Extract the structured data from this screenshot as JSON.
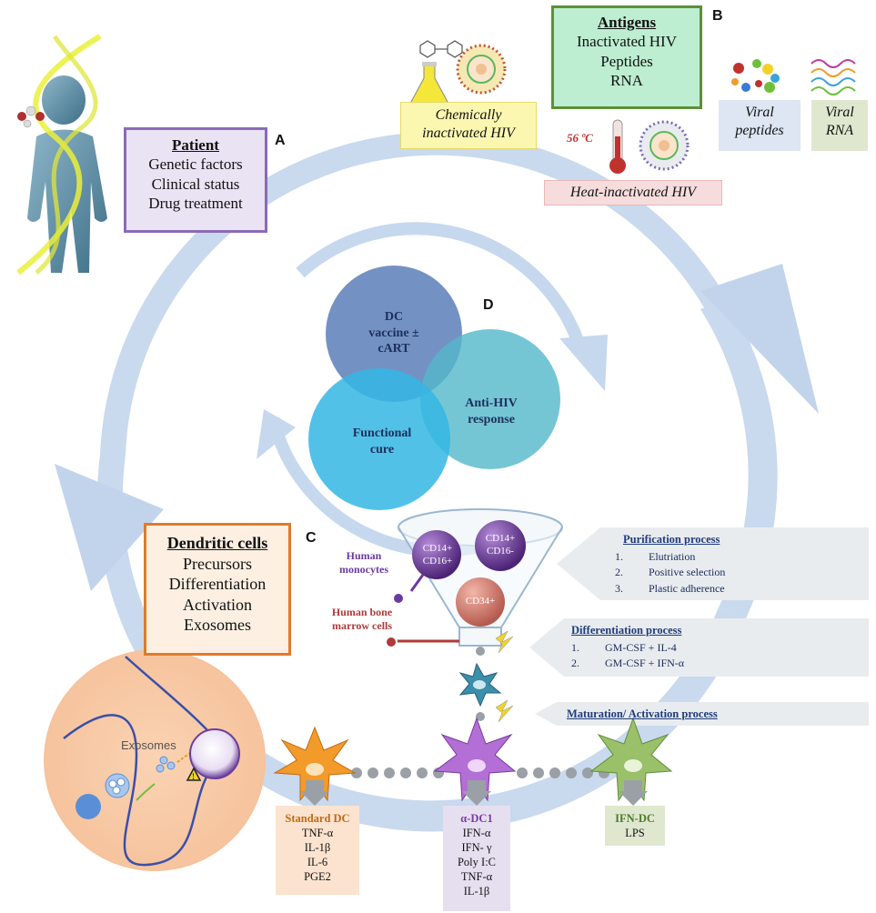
{
  "panels": {
    "a": "A",
    "b": "B",
    "c": "C",
    "d": "D"
  },
  "patient": {
    "title": "Patient",
    "lines": [
      "Genetic factors",
      "Clinical status",
      "Drug treatment"
    ],
    "color": "#8a6bb5"
  },
  "antigens": {
    "title": "Antigens",
    "lines": [
      "Inactivated HIV",
      "Peptides",
      "RNA"
    ],
    "color": "#5e8f3a"
  },
  "antigen_types": {
    "chemical": [
      "Chemically",
      "inactivated HIV"
    ],
    "heat": "Heat-inactivated HIV",
    "temperature": "56 ºC",
    "peptides": [
      "Viral",
      "peptides"
    ],
    "rna": [
      "Viral",
      "RNA"
    ]
  },
  "venn": {
    "top": [
      "DC",
      "vaccine ±",
      "cART"
    ],
    "right": [
      "Anti-HIV",
      "response"
    ],
    "left": [
      "Functional",
      "cure"
    ]
  },
  "dendritic": {
    "title": "Dendritic cells",
    "lines": [
      "Precursors",
      "Differentiation",
      "Activation",
      "Exosomes"
    ],
    "color": "#e07b2a"
  },
  "funnel": {
    "cd14_16p": [
      "CD14+",
      "CD16+"
    ],
    "cd14_16m": [
      "CD14+",
      "CD16-"
    ],
    "cd34": "CD34+",
    "monocytes": [
      "Human",
      "monocytes"
    ],
    "bone_marrow": [
      "Human bone",
      "marrow cells"
    ]
  },
  "purification": {
    "title": "Purification process",
    "items": [
      {
        "n": "1.",
        "t": "Elutriation"
      },
      {
        "n": "2.",
        "t": "Positive selection"
      },
      {
        "n": "3.",
        "t": "Plastic adherence"
      }
    ]
  },
  "differentiation": {
    "title": "Differentiation process",
    "items": [
      {
        "n": "1.",
        "t": "GM-CSF + IL-4"
      },
      {
        "n": "2.",
        "t": "GM-CSF + IFN-α"
      }
    ]
  },
  "maturation": {
    "title": "Maturation/ Activation process"
  },
  "exosomes_label": "Exosomes",
  "dc_types": {
    "standard": {
      "title": "Standard DC",
      "lines": [
        "TNF-α",
        "IL-1β",
        "IL-6",
        "PGE2"
      ]
    },
    "alpha": {
      "title": "α-DC1",
      "lines": [
        "IFN-α",
        "IFN- γ",
        "Poly I:C",
        "TNF-α",
        "IL-1β"
      ]
    },
    "ifn": {
      "title": "IFN-DC",
      "lines": [
        "LPS"
      ]
    }
  }
}
